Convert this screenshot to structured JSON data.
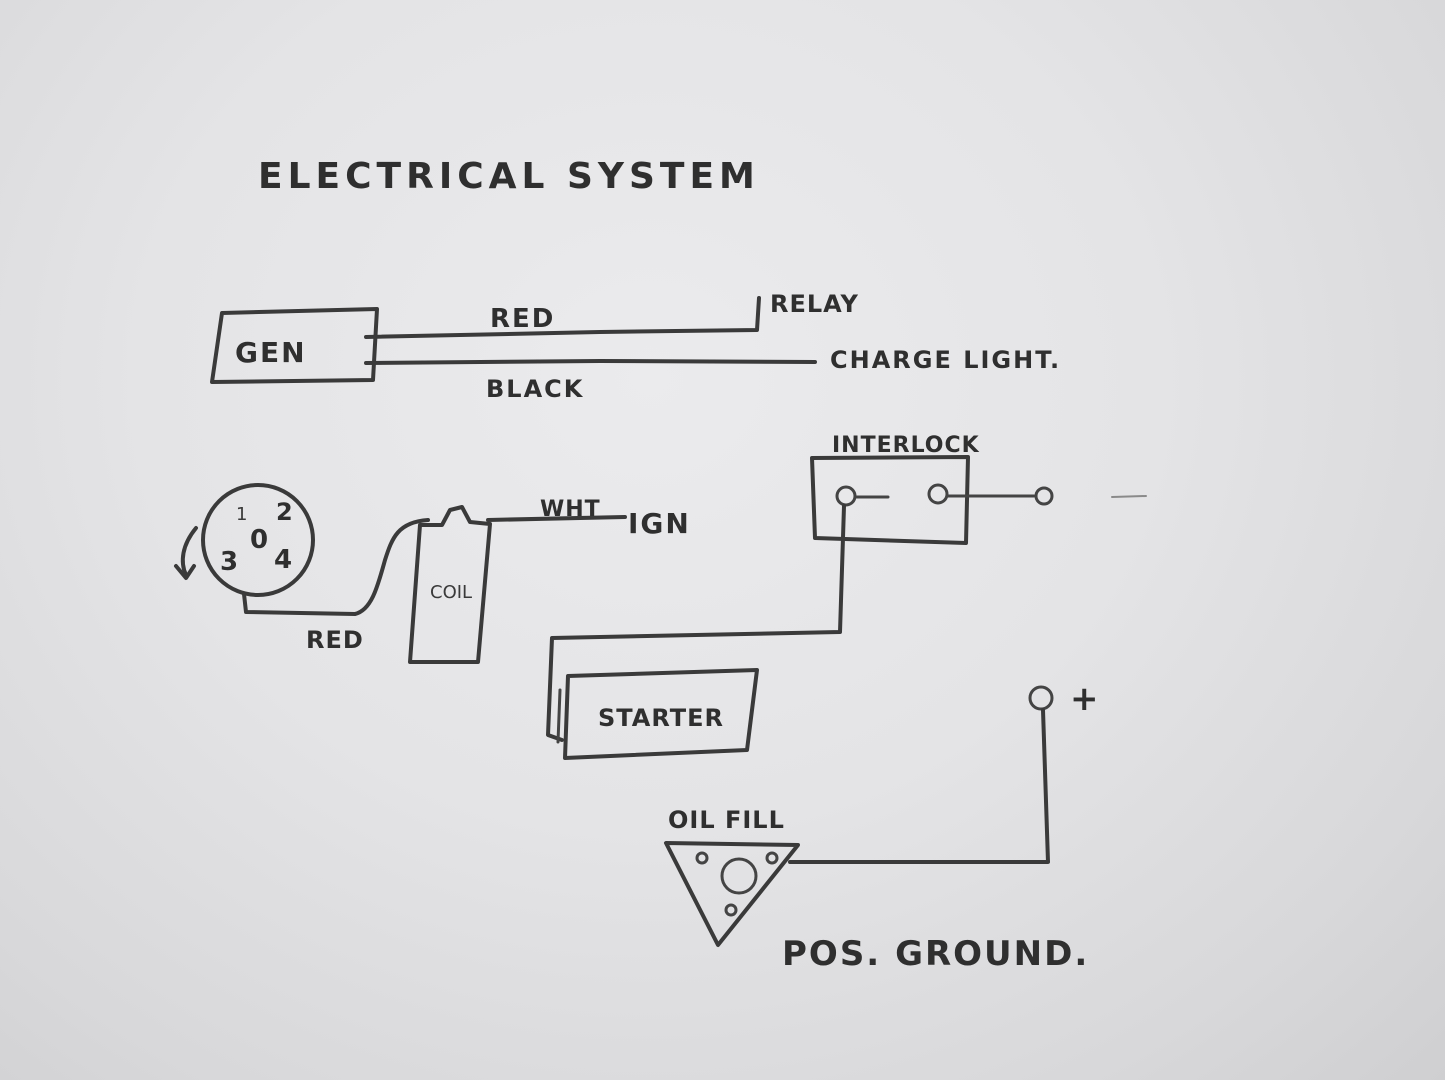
{
  "title": "ELECTRICAL SYSTEM",
  "components": {
    "generator": "GEN",
    "relay": "RELAY",
    "charge_light": "CHARGE LIGHT.",
    "interlock": "INTERLOCK",
    "ignition": "IGN",
    "coil": "COIL",
    "starter": "STARTER",
    "oil_fill": "OIL FILL",
    "positive_terminal": "+",
    "ground_note": "POS. GROUND.",
    "distributor": {
      "center": "0",
      "positions": [
        "1",
        "2",
        "3",
        "4"
      ]
    }
  },
  "wires": {
    "gen_to_relay": "RED",
    "gen_to_charge_light": "BLACK",
    "distributor_to_coil": "RED",
    "coil_to_ignition": "WHT"
  },
  "colors": {
    "paper": "#e4e4e6",
    "pencil": "#3a3a3a"
  }
}
